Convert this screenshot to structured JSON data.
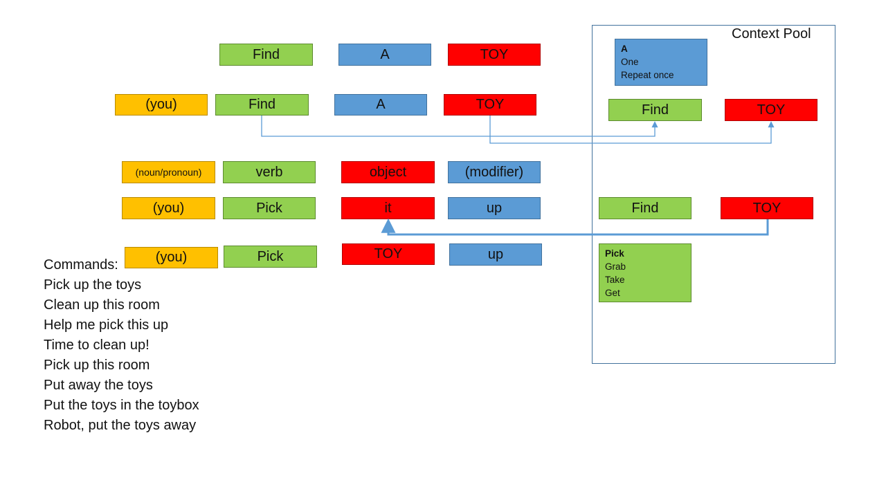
{
  "rows": {
    "row1": {
      "verb": "Find",
      "modifier": "A",
      "object": "TOY"
    },
    "row2": {
      "subject": "(you)",
      "verb": "Find",
      "modifier": "A",
      "object": "TOY"
    },
    "legend": {
      "subject": "(noun/pronoun)",
      "verb": "verb",
      "object": "object",
      "modifier": "(modifier)"
    },
    "row4": {
      "subject": "(you)",
      "verb": "Pick",
      "object": "it",
      "modifier": "up"
    },
    "row5": {
      "subject": "(you)",
      "verb": "Pick",
      "object": "TOY",
      "modifier": "up"
    }
  },
  "context_pool": {
    "title": "Context Pool",
    "modifier_list": [
      "A",
      "One",
      "Repeat once"
    ],
    "find": "Find",
    "toy": "TOY",
    "find2": "Find",
    "toy2": "TOY",
    "verb_list": [
      "Pick",
      "Grab",
      "Take",
      "Get"
    ]
  },
  "commands": {
    "heading": "Commands:",
    "items": [
      "Pick up the toys",
      "Clean up this room",
      "Help me pick this up",
      "Time to clean up!",
      "Pick up this room",
      "Put away the toys",
      "Put the toys in the toybox",
      "Robot, put the toys away"
    ]
  },
  "colors": {
    "verb": "#92d050",
    "modifier": "#5b9bd5",
    "object": "#ff0000",
    "subject": "#ffc000",
    "connector": "#5b9bd5"
  }
}
